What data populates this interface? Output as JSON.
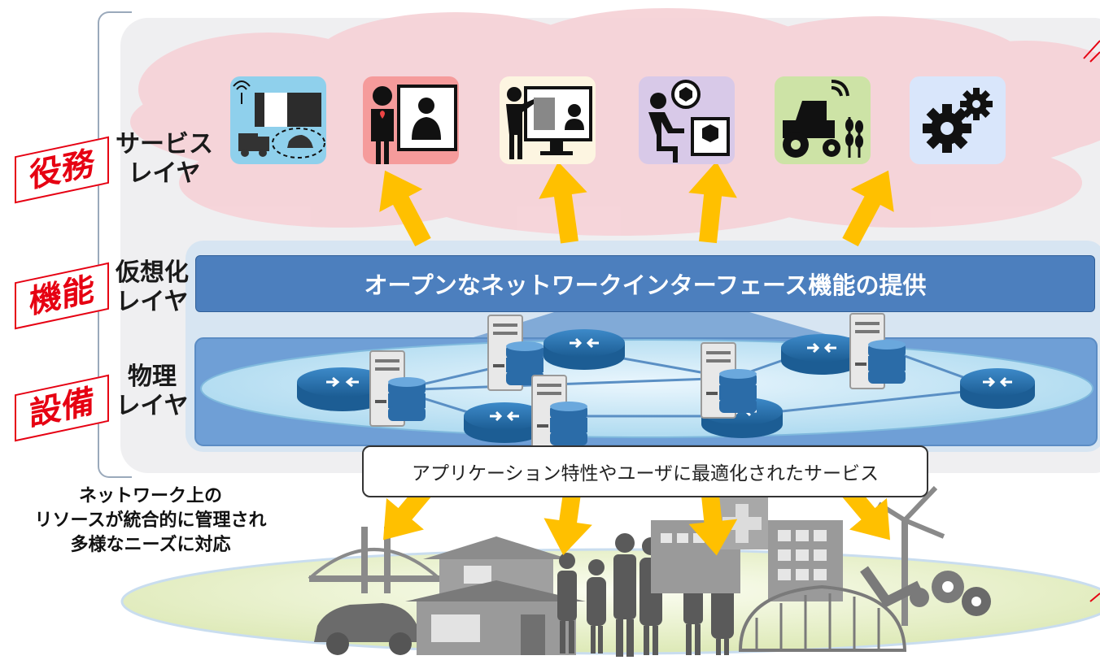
{
  "tags": {
    "service_role": "役務",
    "virtual_role": "機能",
    "physical_role": "設備"
  },
  "layers": {
    "service": "サービス\nレイヤ",
    "virtual": "仮想化\nレイヤ",
    "physical": "物理\nレイヤ"
  },
  "virtual_bar_text": "オープンなネットワークインターフェース機能の提供",
  "callout_text": "アプリケーション特性やユーザに最適化されたサービス",
  "bottom_caption": "ネットワーク上の\nリソースが統合的に管理され\n多様なニーズに対応",
  "services": [
    {
      "icon": "transport-monitoring-icon",
      "bg": "#8fd0ec"
    },
    {
      "icon": "telemedicine-icon",
      "bg": "#f59b9b"
    },
    {
      "icon": "remote-education-icon",
      "bg": "#fdf5e1"
    },
    {
      "icon": "remote-support-icon",
      "bg": "#d8c9e8"
    },
    {
      "icon": "smart-agriculture-icon",
      "bg": "#cde3a6"
    },
    {
      "icon": "gears-icon",
      "bg": "#d9e6fb"
    }
  ],
  "colors": {
    "tag_red": "#e60012",
    "arrow_yellow": "#ffc000",
    "bar_blue": "#4c7fbe",
    "cloud_pink": "#f6d3d8"
  }
}
